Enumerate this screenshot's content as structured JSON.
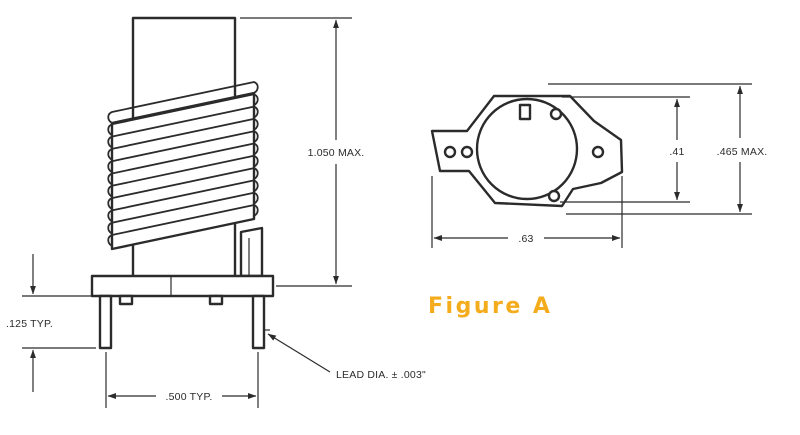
{
  "figure_label": "Figure A",
  "colors": {
    "ink": "#2b2b2b",
    "figure_label": "#f5ac1c",
    "background": "#ffffff"
  },
  "side_view": {
    "height_dim": "1.050 MAX.",
    "pin_length_dim": ".125 TYP.",
    "pin_spacing_dim": ".500 TYP.",
    "lead_note": "LEAD DIA. ± .003\""
  },
  "top_view": {
    "width_dim": ".63",
    "hole_spacing_dim": ".41",
    "overall_height_dim": ".465 MAX."
  }
}
